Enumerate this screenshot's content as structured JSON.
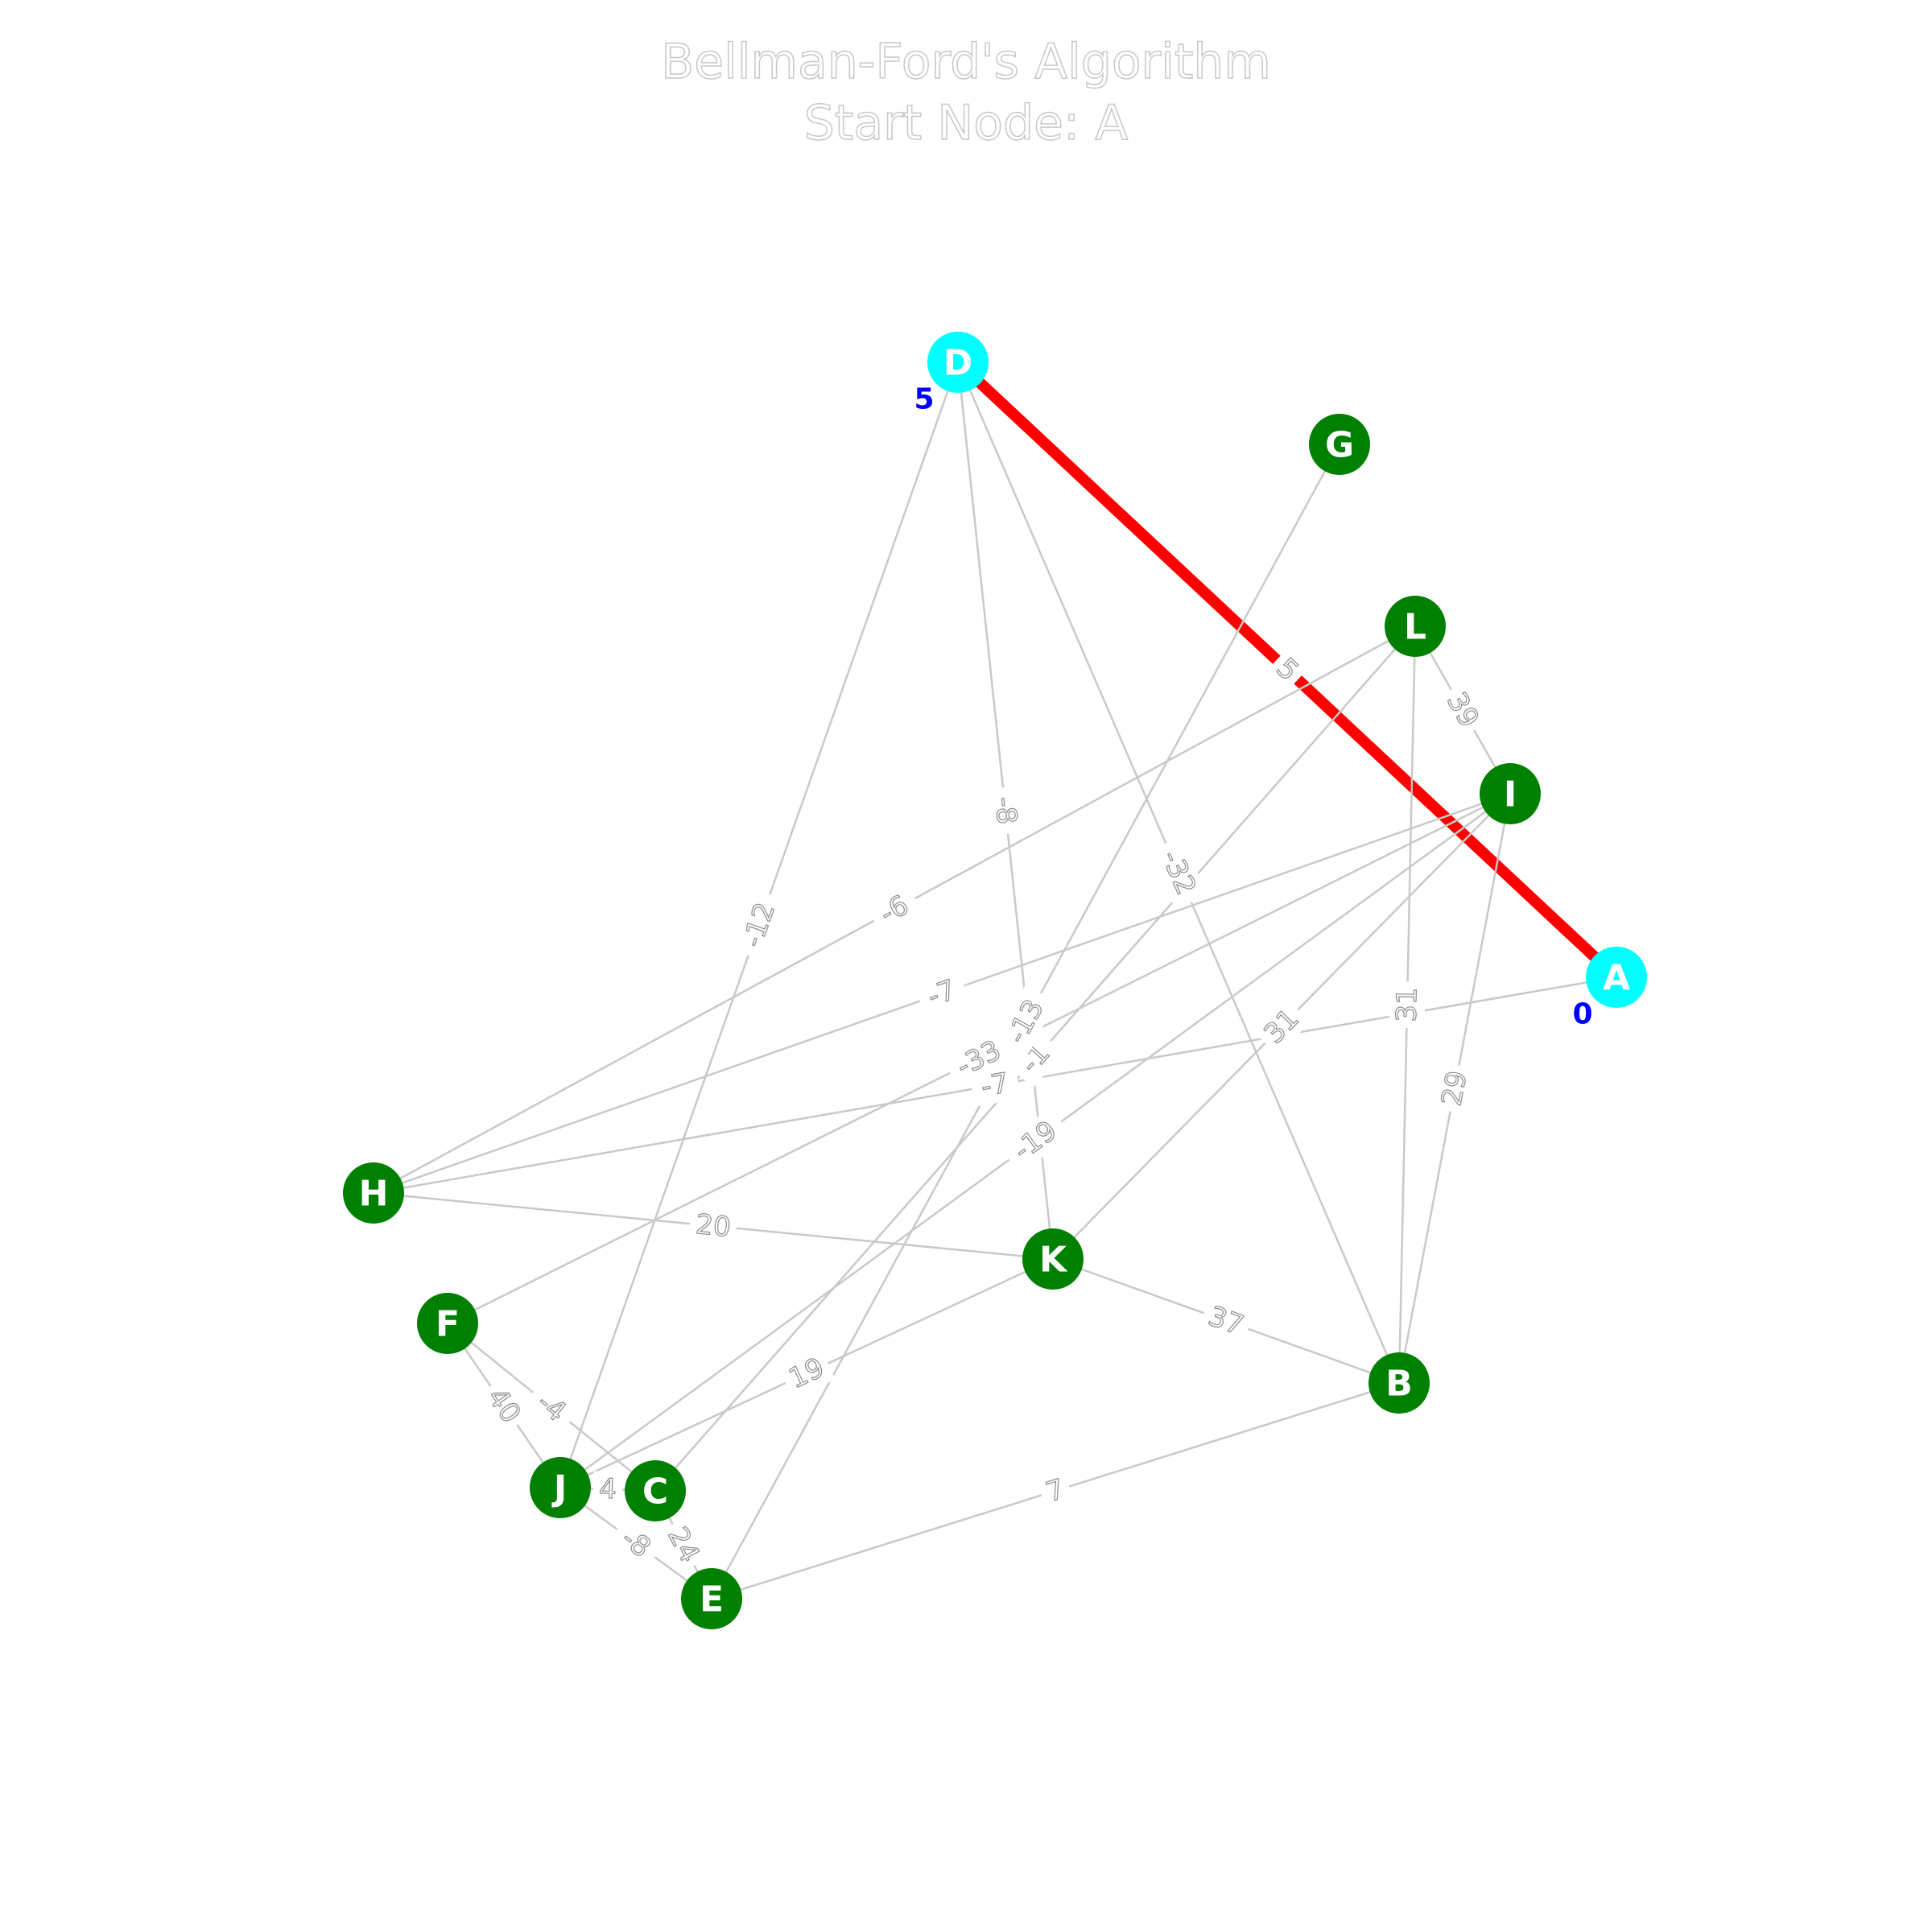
{
  "title": {
    "line1": "Bellman-Ford's Algorithm",
    "line2": "Start Node: A"
  },
  "colors": {
    "visited_node": "#00ffff",
    "unvisited_node": "#008000",
    "highlight_edge": "#ff0000",
    "edge": "#c9c9c9",
    "distance_text": "#0000ff"
  },
  "graph": {
    "nodes": [
      {
        "id": "A",
        "visited": true,
        "distance": "0"
      },
      {
        "id": "B",
        "visited": false,
        "distance": ""
      },
      {
        "id": "C",
        "visited": false,
        "distance": ""
      },
      {
        "id": "D",
        "visited": true,
        "distance": "5"
      },
      {
        "id": "E",
        "visited": false,
        "distance": ""
      },
      {
        "id": "F",
        "visited": false,
        "distance": ""
      },
      {
        "id": "G",
        "visited": false,
        "distance": ""
      },
      {
        "id": "H",
        "visited": false,
        "distance": ""
      },
      {
        "id": "I",
        "visited": false,
        "distance": ""
      },
      {
        "id": "J",
        "visited": false,
        "distance": ""
      },
      {
        "id": "K",
        "visited": false,
        "distance": ""
      },
      {
        "id": "L",
        "visited": false,
        "distance": ""
      }
    ],
    "edges": [
      {
        "from": "A",
        "to": "D",
        "weight": "5",
        "highlight": true
      },
      {
        "from": "A",
        "to": "H",
        "weight": "-7",
        "highlight": false
      },
      {
        "from": "L",
        "to": "I",
        "weight": "39",
        "highlight": false
      },
      {
        "from": "L",
        "to": "H",
        "weight": "-6",
        "highlight": false
      },
      {
        "from": "L",
        "to": "B",
        "weight": "31",
        "highlight": false
      },
      {
        "from": "L",
        "to": "C",
        "weight": "-1",
        "highlight": false
      },
      {
        "from": "I",
        "to": "B",
        "weight": "29",
        "highlight": false
      },
      {
        "from": "I",
        "to": "H",
        "weight": "-7",
        "highlight": false
      },
      {
        "from": "I",
        "to": "K",
        "weight": "31",
        "highlight": false
      },
      {
        "from": "I",
        "to": "F",
        "weight": "-33",
        "highlight": false
      },
      {
        "from": "I",
        "to": "J",
        "weight": "-19",
        "highlight": false
      },
      {
        "from": "D",
        "to": "J",
        "weight": "-12",
        "highlight": false
      },
      {
        "from": "D",
        "to": "K",
        "weight": "-8",
        "highlight": false
      },
      {
        "from": "D",
        "to": "B",
        "weight": "-32",
        "highlight": false
      },
      {
        "from": "G",
        "to": "E",
        "weight": "-13",
        "highlight": false
      },
      {
        "from": "H",
        "to": "K",
        "weight": "20",
        "highlight": false
      },
      {
        "from": "K",
        "to": "B",
        "weight": "37",
        "highlight": false
      },
      {
        "from": "K",
        "to": "J",
        "weight": "19",
        "highlight": false
      },
      {
        "from": "B",
        "to": "E",
        "weight": "7",
        "highlight": false
      },
      {
        "from": "F",
        "to": "J",
        "weight": "40",
        "highlight": false
      },
      {
        "from": "F",
        "to": "C",
        "weight": "-4",
        "highlight": false
      },
      {
        "from": "J",
        "to": "C",
        "weight": "4",
        "highlight": false
      },
      {
        "from": "J",
        "to": "E",
        "weight": "-8",
        "highlight": false
      },
      {
        "from": "C",
        "to": "E",
        "weight": "24",
        "highlight": false
      }
    ]
  }
}
